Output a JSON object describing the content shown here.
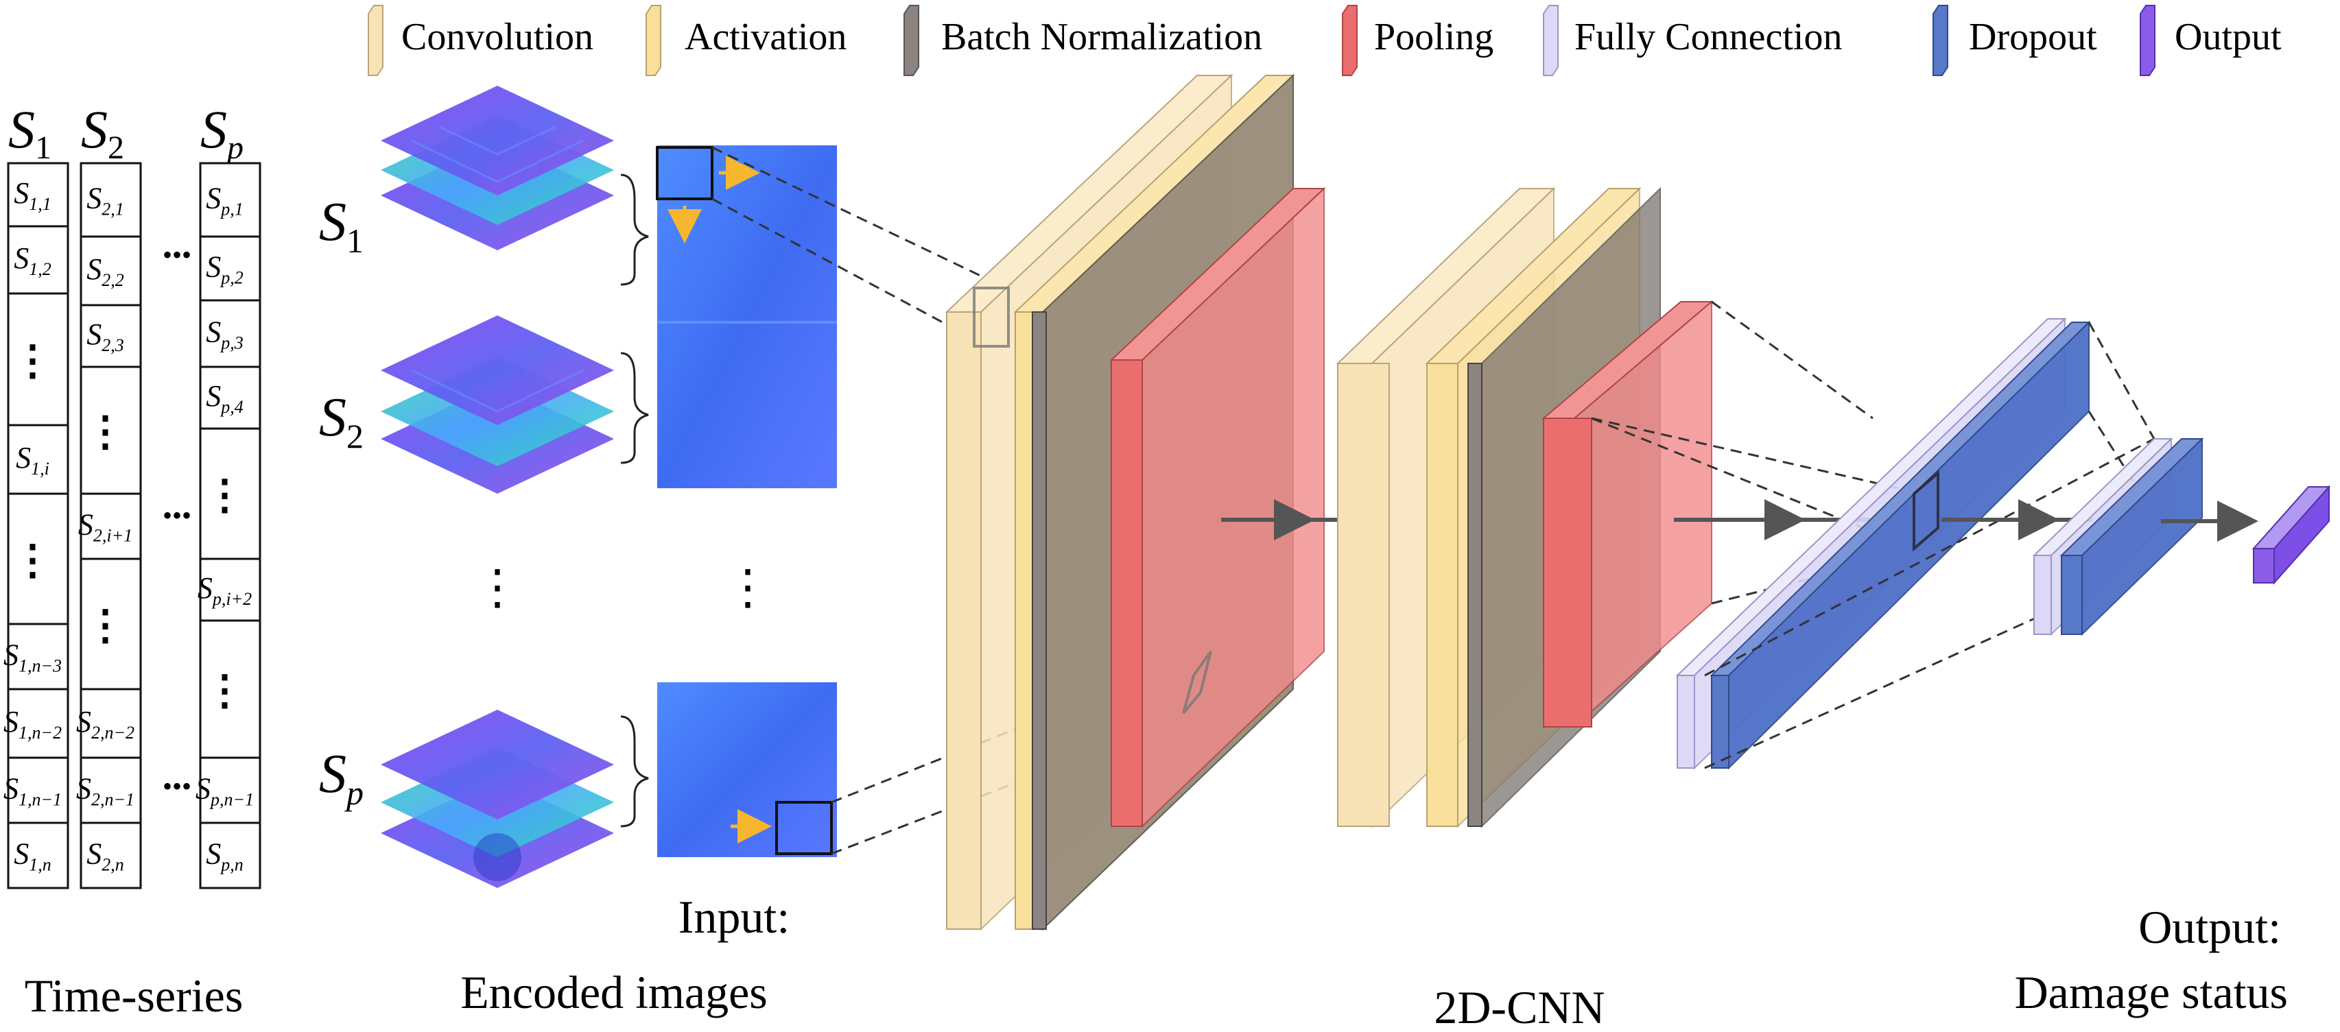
{
  "legend": {
    "items": [
      {
        "label": "Convolution",
        "color": "#f7e3b5"
      },
      {
        "label": "Activation",
        "color": "#f9df9c"
      },
      {
        "label": "Batch Normalization",
        "color": "#8c8480"
      },
      {
        "label": "Pooling",
        "color": "#eb6e6e"
      },
      {
        "label": "Fully Connection",
        "color": "#dcd8f6"
      },
      {
        "label": "Dropout",
        "color": "#5878c8"
      },
      {
        "label": "Output",
        "color": "#8a5ce8"
      }
    ]
  },
  "timeseries": {
    "series": [
      {
        "name": "S",
        "sub": "1",
        "cells": [
          {
            "base": "S",
            "sub": "1,1"
          },
          {
            "base": "S",
            "sub": "1,2"
          },
          {
            "base": "⋮",
            "sub": ""
          },
          {
            "base": "S",
            "sub": "1,i"
          },
          {
            "base": "⋮",
            "sub": ""
          },
          {
            "base": "S",
            "sub": "1,n−3"
          },
          {
            "base": "S",
            "sub": "1,n−2"
          },
          {
            "base": "S",
            "sub": "1,n−1"
          },
          {
            "base": "S",
            "sub": "1,n"
          }
        ]
      },
      {
        "name": "S",
        "sub": "2",
        "cells": [
          {
            "base": "S",
            "sub": "2,1"
          },
          {
            "base": "S",
            "sub": "2,2"
          },
          {
            "base": "S",
            "sub": "2,3"
          },
          {
            "base": "⋮",
            "sub": ""
          },
          {
            "base": "S",
            "sub": "2,i+1"
          },
          {
            "base": "⋮",
            "sub": ""
          },
          {
            "base": "S",
            "sub": "2,n−2"
          },
          {
            "base": "S",
            "sub": "2,n−1"
          },
          {
            "base": "S",
            "sub": "2,n"
          }
        ]
      },
      {
        "name": "S",
        "sub": "p",
        "cells": [
          {
            "base": "S",
            "sub": "p,1"
          },
          {
            "base": "S",
            "sub": "p,2"
          },
          {
            "base": "S",
            "sub": "p,3"
          },
          {
            "base": "S",
            "sub": "p,4"
          },
          {
            "base": "⋮",
            "sub": ""
          },
          {
            "base": "S",
            "sub": "p,i+2"
          },
          {
            "base": "⋮",
            "sub": ""
          },
          {
            "base": "S",
            "sub": "p,n−1"
          },
          {
            "base": "S",
            "sub": "p,n"
          }
        ]
      }
    ],
    "ellipsis": "•••",
    "caption": "Time-series"
  },
  "encoded": {
    "labels": [
      {
        "base": "S",
        "sub": "1"
      },
      {
        "base": "S",
        "sub": "2"
      },
      {
        "base": "S",
        "sub": "p"
      }
    ],
    "vdots": "⋮",
    "caption_line1": "Input:",
    "caption_line2": "Encoded images"
  },
  "cnn": {
    "caption": "2D-CNN"
  },
  "output": {
    "caption_line1": "Output:",
    "caption_line2": "Damage status"
  }
}
